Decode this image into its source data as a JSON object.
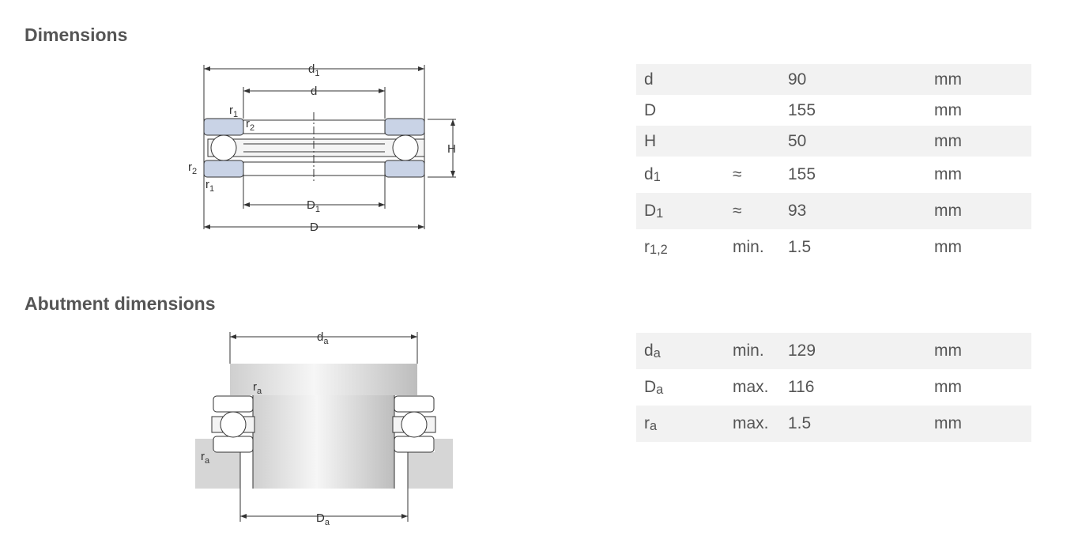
{
  "sections": {
    "dimensions_title": "Dimensions",
    "abutment_title": "Abutment dimensions"
  },
  "dimension_rows": [
    {
      "symbol": "d",
      "sub": "",
      "qualifier": "",
      "value": "90",
      "unit": "mm"
    },
    {
      "symbol": "D",
      "sub": "",
      "qualifier": "",
      "value": "155",
      "unit": "mm"
    },
    {
      "symbol": "H",
      "sub": "",
      "qualifier": "",
      "value": "50",
      "unit": "mm"
    },
    {
      "symbol": "d",
      "sub": "1",
      "qualifier": "≈",
      "value": "155",
      "unit": "mm"
    },
    {
      "symbol": "D",
      "sub": "1",
      "qualifier": "≈",
      "value": "93",
      "unit": "mm"
    },
    {
      "symbol": "r",
      "sub": "1,2",
      "qualifier": "min.",
      "value": "1.5",
      "unit": "mm"
    }
  ],
  "abutment_rows": [
    {
      "symbol": "d",
      "sub": "a",
      "qualifier": "min.",
      "value": "129",
      "unit": "mm"
    },
    {
      "symbol": "D",
      "sub": "a",
      "qualifier": "max.",
      "value": "116",
      "unit": "mm"
    },
    {
      "symbol": "r",
      "sub": "a",
      "qualifier": "max.",
      "value": "1.5",
      "unit": "mm"
    }
  ],
  "diagram_labels": {
    "d1": {
      "base": "d",
      "sub": "1"
    },
    "d": {
      "base": "d",
      "sub": ""
    },
    "r1": {
      "base": "r",
      "sub": "1"
    },
    "r2": {
      "base": "r",
      "sub": "2"
    },
    "H": {
      "base": "H",
      "sub": ""
    },
    "D1": {
      "base": "D",
      "sub": "1"
    },
    "D": {
      "base": "D",
      "sub": ""
    },
    "da": {
      "base": "d",
      "sub": "a"
    },
    "ra": {
      "base": "r",
      "sub": "a"
    },
    "Da": {
      "base": "D",
      "sub": "a"
    }
  },
  "colors": {
    "ring_fill": "#c9d3e6",
    "shaft_fill": "#d8d8d8",
    "housing_fill": "#d6d6d6",
    "row_shade": "#f2f2f2",
    "text": "#555555"
  }
}
